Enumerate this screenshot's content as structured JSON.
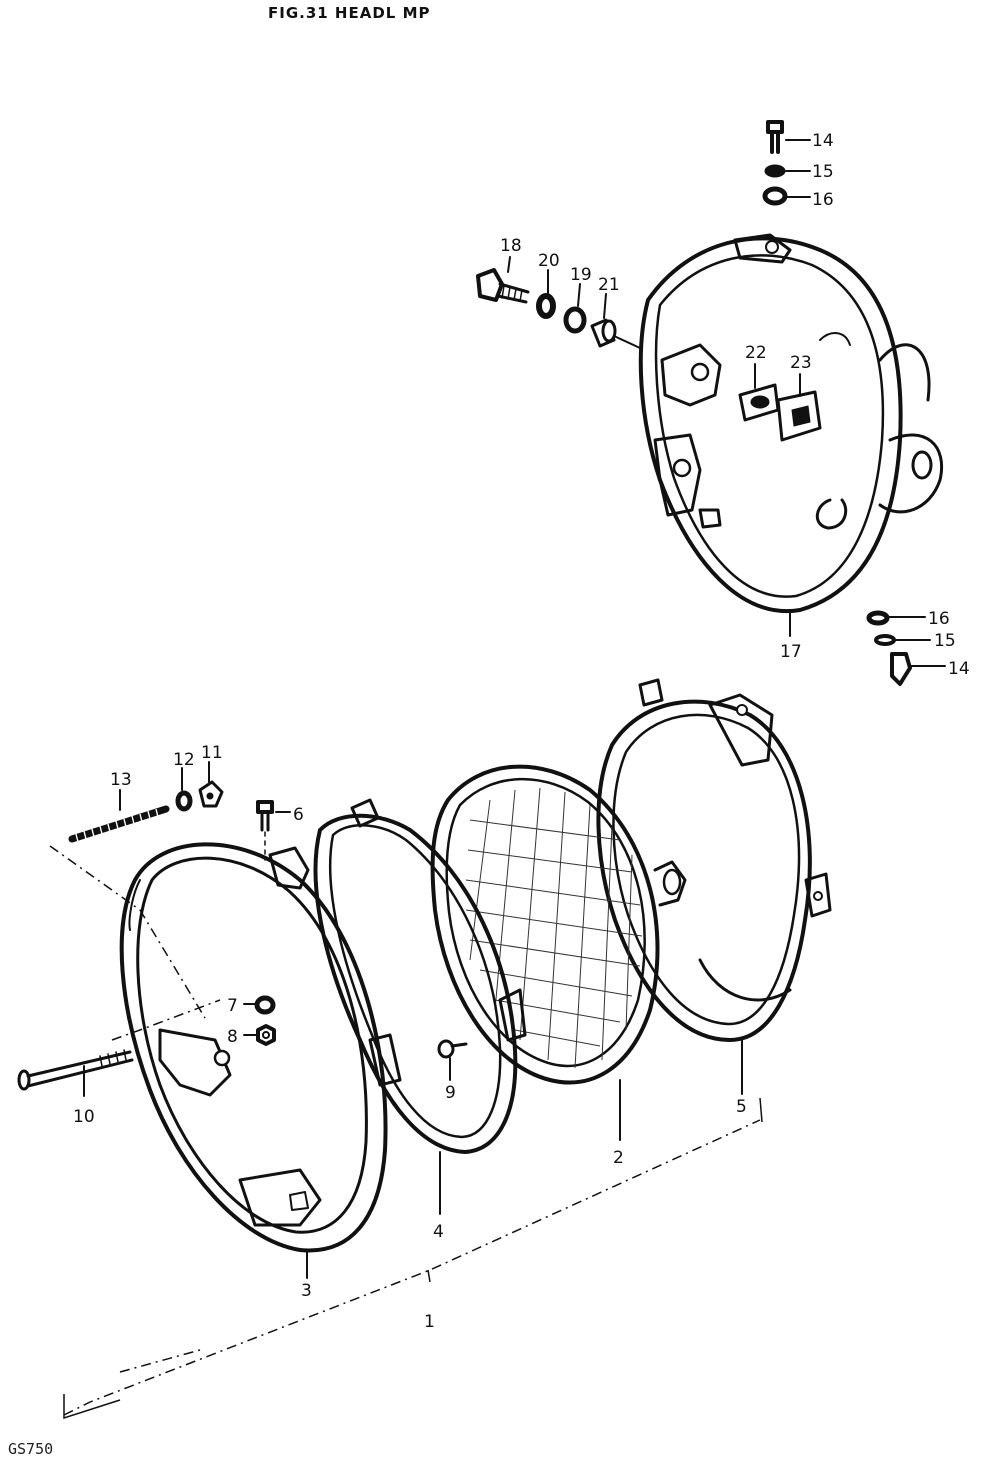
{
  "figure": {
    "title": "FIG.31  HEADL MP",
    "model": "GS750"
  },
  "callouts": [
    "1",
    "2",
    "3",
    "4",
    "5",
    "6",
    "7",
    "8",
    "9",
    "10",
    "11",
    "12",
    "13",
    "14",
    "15",
    "16",
    "17",
    "18",
    "19",
    "20",
    "21",
    "22",
    "23"
  ],
  "callouts_repeat": [
    "14",
    "15",
    "16"
  ]
}
